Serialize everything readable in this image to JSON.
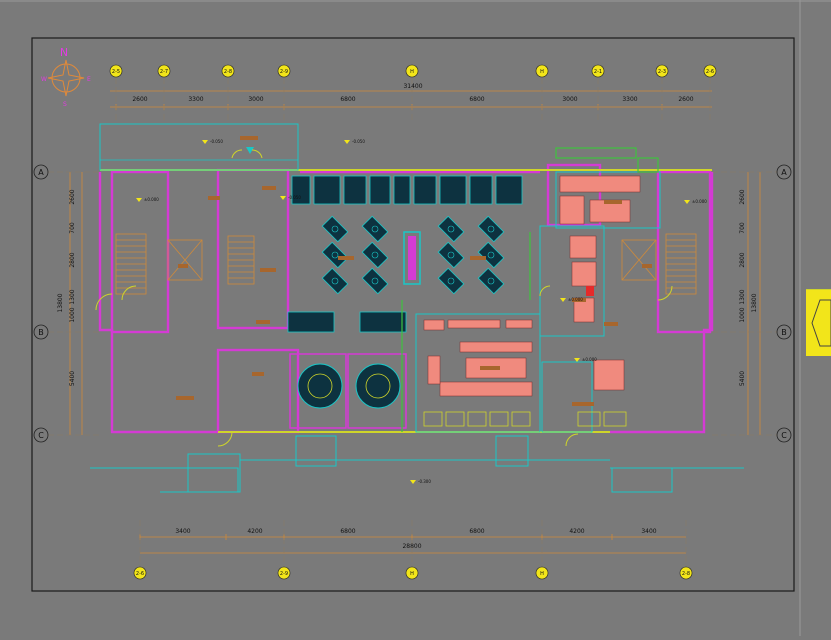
{
  "compass": {
    "north": "N"
  },
  "top_axes": [
    "2-5",
    "2-7",
    "2-8",
    "2-9",
    "H",
    "H",
    "2-1",
    "2-3",
    "2-6"
  ],
  "top_dims": [
    "2600",
    "3300",
    "3000",
    "6800",
    "6800",
    "3000",
    "3300",
    "2600"
  ],
  "top_total": "31400",
  "bottom_axes": [
    "2-6",
    "2-9",
    "H",
    "H",
    "2-8"
  ],
  "bottom_dims": [
    "3400",
    "4200",
    "6800",
    "6800",
    "4200",
    "3400"
  ],
  "bottom_total": "28800",
  "row_axes": [
    "A",
    "B",
    "C"
  ],
  "left_dims": [
    "2600",
    "700",
    "2800",
    "1300",
    "1000",
    "5400"
  ],
  "left_total": "13800",
  "right_dims": [
    "2600",
    "700",
    "2800",
    "1300",
    "1000",
    "5400"
  ],
  "right_total": "13800",
  "elevations": [
    "-0.050",
    "-0.050",
    "±0.000",
    "±0.000",
    "-0.300",
    "±0.000",
    "±0.000",
    "-0.050"
  ],
  "colors": {
    "background": "#7a7a7a",
    "frame": "#1a1a1a",
    "wall": "#d43bd4",
    "glass": "#cfd52a",
    "partition": "#19c7c7",
    "green_line": "#3fc43f",
    "furniture": "#0d3240",
    "kitchen": "#f08a7e",
    "dimension": "#cf8a3a",
    "label": "#a7662d",
    "marker": "#f2e51a"
  }
}
